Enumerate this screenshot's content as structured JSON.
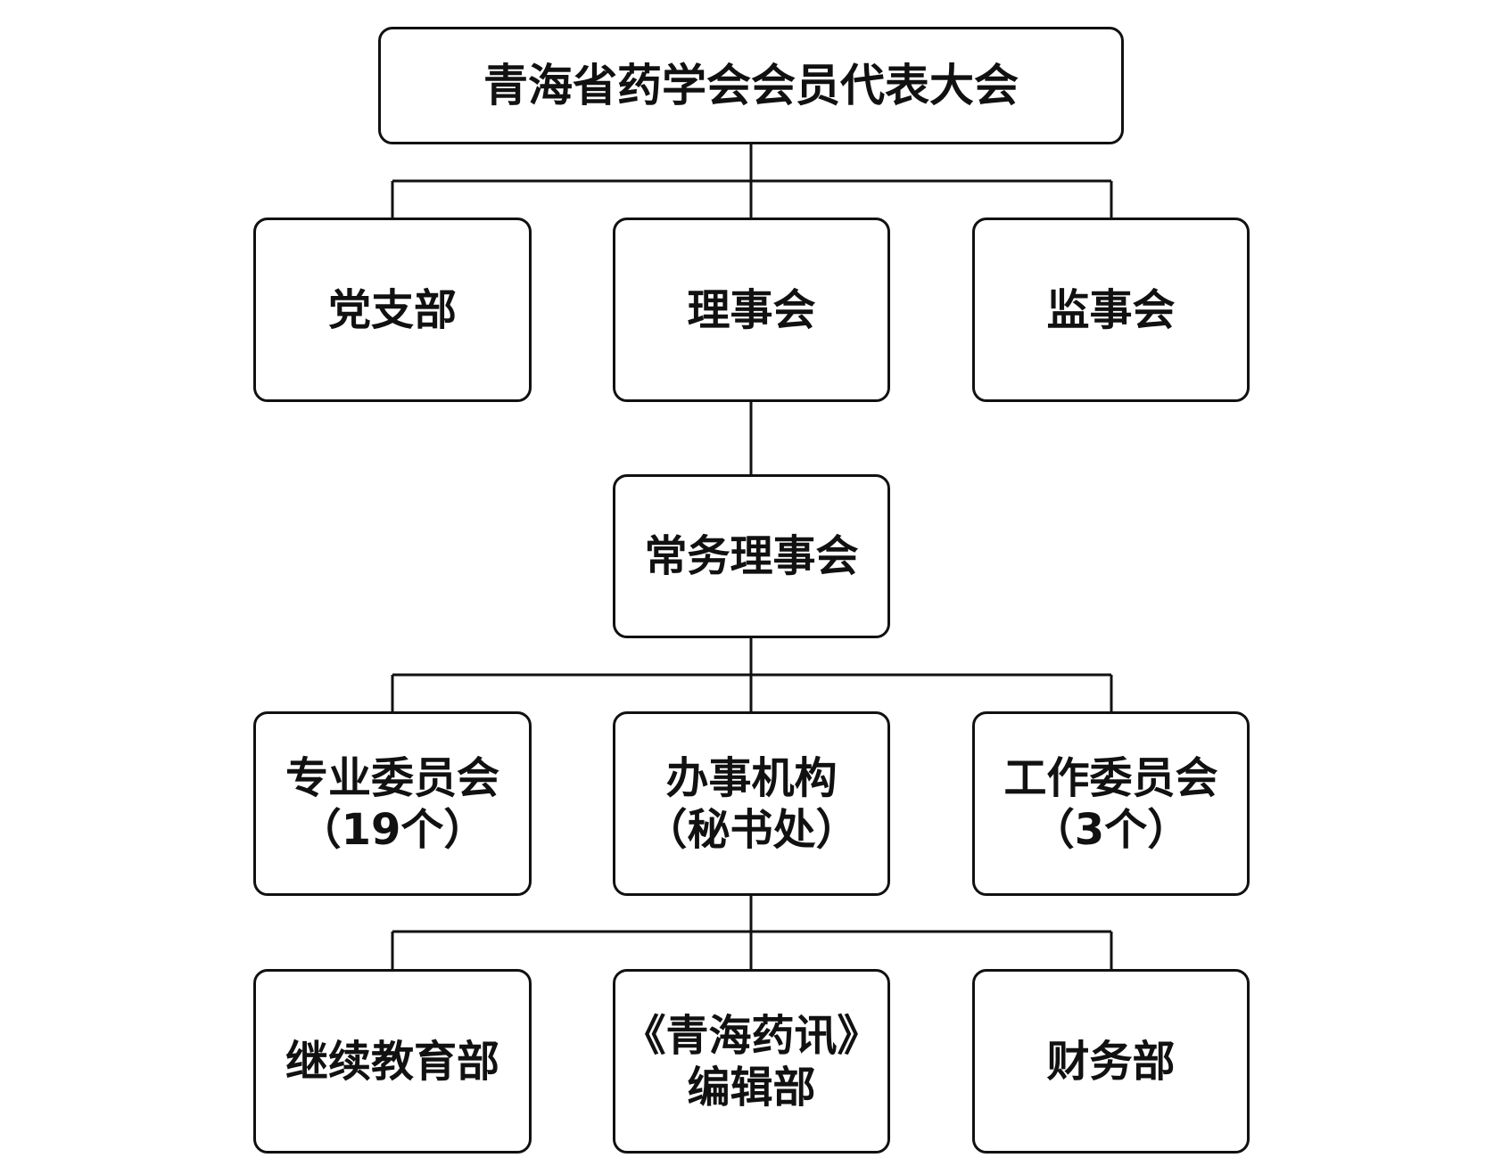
{
  "diagram": {
    "title": "青海省药学会会员代表大会",
    "level1": {
      "left": "党支部",
      "center": "理事会",
      "right": "监事会"
    },
    "standing_council": "常务理事会",
    "level3": {
      "left": [
        "专业委员会",
        "（19个）"
      ],
      "center": [
        "办事机构",
        "（秘书处）"
      ],
      "right": [
        "工作委员会",
        "（3个）"
      ]
    },
    "level4": {
      "left": "继续教育部",
      "center": [
        "《青海药讯》",
        "编辑部"
      ],
      "right": "财务部"
    }
  },
  "colors": {
    "line": "#111111",
    "box_border": "#111111",
    "background": "#ffffff"
  }
}
